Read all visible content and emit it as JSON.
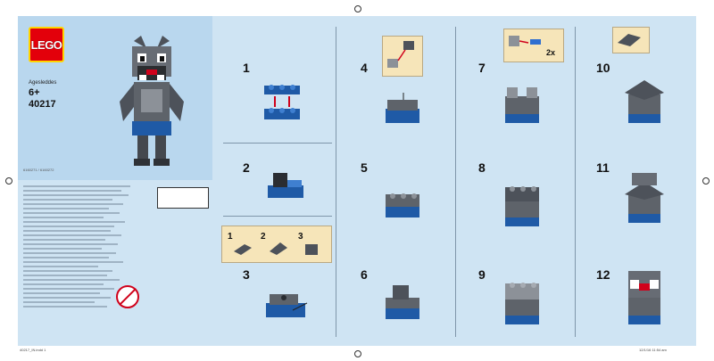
{
  "brand": {
    "logo_text": "LEGO",
    "logo_red": "#e3000b",
    "logo_yellow": "#ffd500"
  },
  "cover": {
    "ages_label": "Agesleddes",
    "ages": "6+",
    "set_number": "40217",
    "codes": "6160271 / 6160272"
  },
  "steps": [
    {
      "n": "1"
    },
    {
      "n": "2"
    },
    {
      "n": "3"
    },
    {
      "n": "4"
    },
    {
      "n": "5"
    },
    {
      "n": "6"
    },
    {
      "n": "7"
    },
    {
      "n": "8"
    },
    {
      "n": "9"
    },
    {
      "n": "10"
    },
    {
      "n": "11"
    },
    {
      "n": "12"
    }
  ],
  "callouts": {
    "substeps": [
      "1",
      "2",
      "3"
    ],
    "step7_qty": "2x"
  },
  "footer": {
    "left": "40217_IN.indd 1",
    "right": "12/1/16 11:54 am"
  },
  "colors": {
    "panel": "#cfe4f3",
    "cover": "#b9d7ee",
    "callout": "#f6e5b9",
    "dark_gray": "#5a5f66",
    "blue": "#1f5aa6"
  }
}
